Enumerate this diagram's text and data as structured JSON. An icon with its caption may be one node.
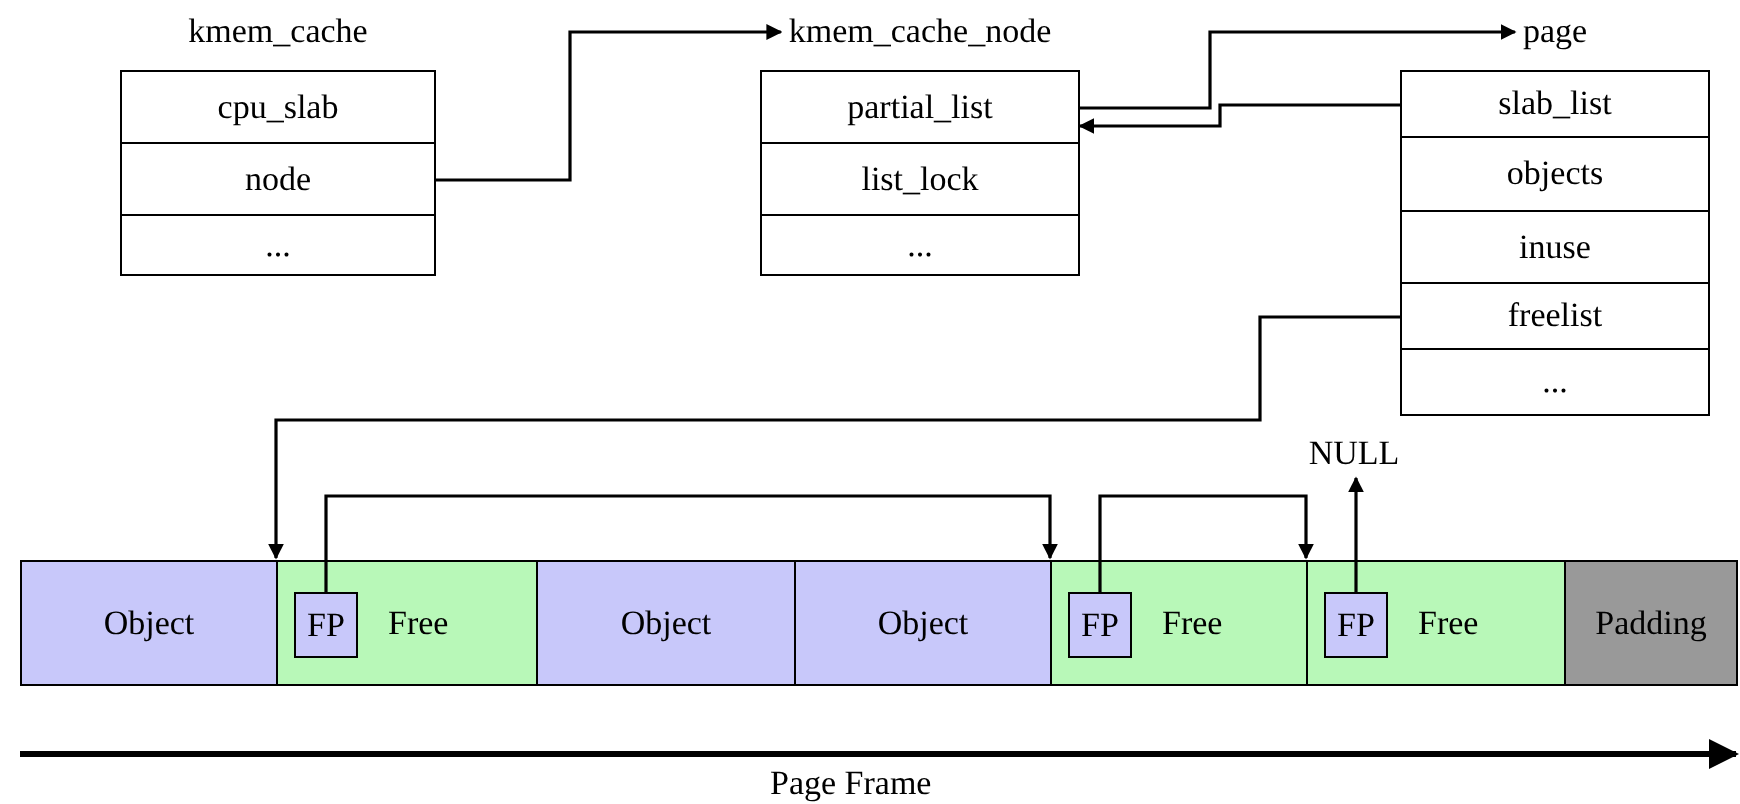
{
  "diagram": {
    "nodes": [
      {
        "text": [
          "kmem_cache"
        ]
      },
      {
        "text": [
          "cpu_slab"
        ],
        "in": 0
      },
      {
        "text": [
          "node"
        ],
        "in": 0
      },
      {
        "text": [
          "..."
        ],
        "in": 0
      },
      {
        "text": [
          "kmem_cache_node"
        ]
      },
      {
        "text": [
          "partial_list"
        ],
        "in": 4
      },
      {
        "text": [
          "list_lock"
        ],
        "in": 4
      },
      {
        "text": [
          "..."
        ],
        "in": 4
      },
      {
        "text": [
          "page"
        ]
      },
      {
        "text": [
          "slab_list"
        ],
        "in": 8
      },
      {
        "text": [
          "objects"
        ],
        "in": 8
      },
      {
        "text": [
          "inuse"
        ],
        "in": 8
      },
      {
        "text": [
          "freelist"
        ],
        "in": 8
      },
      {
        "text": [
          "..."
        ],
        "in": 8
      },
      {
        "text": [
          "NULL"
        ]
      },
      {
        "text": [
          "Object"
        ]
      },
      {
        "text": [
          "Free"
        ]
      },
      {
        "text": [
          "FP"
        ],
        "in": 16
      },
      {
        "text": [
          "Object"
        ]
      },
      {
        "text": [
          "Object"
        ]
      },
      {
        "text": [
          "Free"
        ]
      },
      {
        "text": [
          "FP"
        ],
        "in": 20
      },
      {
        "text": [
          "Free"
        ]
      },
      {
        "text": [
          "FP"
        ],
        "in": 22
      },
      {
        "text": [
          "Padding"
        ]
      }
    ],
    "edges": [
      {
        "from": 2,
        "to": 4,
        "arrow": "to"
      },
      {
        "from": 5,
        "to": 8,
        "arrow": "to"
      },
      {
        "from": 9,
        "to": 5,
        "arrow": "to"
      },
      {
        "from": 12,
        "to": 16,
        "arrow": "to"
      },
      {
        "from": 17,
        "to": 20,
        "arrow": "to"
      },
      {
        "from": 21,
        "to": 22,
        "arrow": "to"
      },
      {
        "from": 23,
        "to": 14,
        "arrow": "to"
      }
    ],
    "labels": [
      "Page Frame"
    ]
  }
}
